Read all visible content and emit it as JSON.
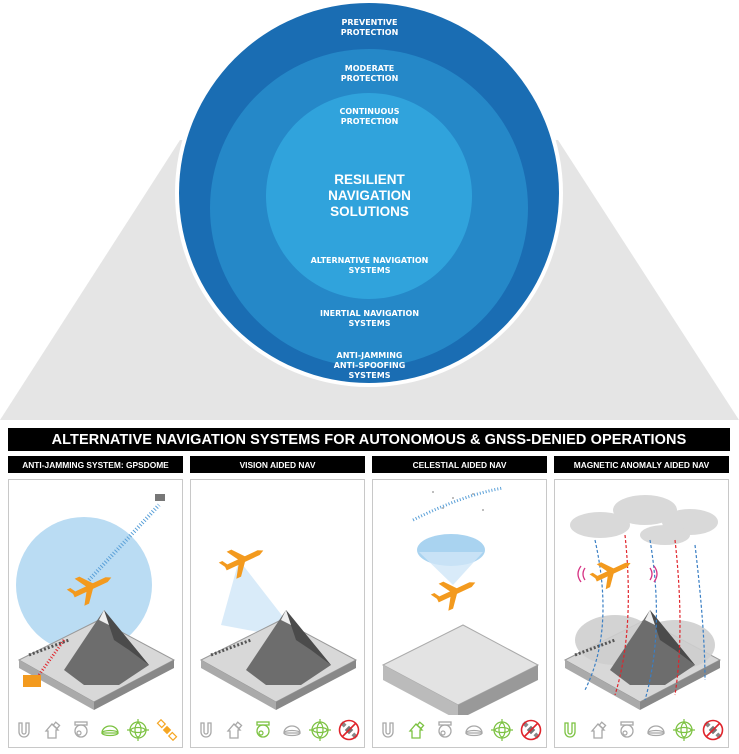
{
  "rings": {
    "outer": {
      "label": "PREVENTIVE\nPROTECTION",
      "system": "ANTI-JAMMING\nANTI-SPOOFING\nSYSTEMS",
      "color": "#1a6db3"
    },
    "middle": {
      "label": "MODERATE\nPROTECTION",
      "system": "INERTIAL NAVIGATION\nSYSTEMS",
      "color": "#2588c8"
    },
    "inner": {
      "label": "CONTINUOUS\nPROTECTION",
      "system": "ALTERNATIVE NAVIGATION\nSYSTEMS",
      "color": "#30a3dc"
    },
    "center": "RESILIENT\nNAVIGATION\nSOLUTIONS"
  },
  "title": "ALTERNATIVE NAVIGATION SYSTEMS FOR AUTONOMOUS & GNSS-DENIED OPERATIONS",
  "panels": [
    {
      "title": "ANTI-JAMMING SYSTEM: GPSDOME",
      "icons": [
        "magnet-icon",
        "telescope-icon",
        "camera-icon",
        "antenna-dome-icon",
        "gyroscope-icon",
        "satellite-icon"
      ],
      "active": [
        false,
        false,
        false,
        true,
        true,
        true
      ]
    },
    {
      "title": "VISION AIDED NAV",
      "icons": [
        "magnet-icon",
        "telescope-icon",
        "camera-icon",
        "antenna-dome-icon",
        "gyroscope-icon",
        "no-satellite-icon"
      ],
      "active": [
        false,
        false,
        true,
        false,
        true,
        false
      ]
    },
    {
      "title": "CELESTIAL AIDED NAV",
      "icons": [
        "magnet-icon",
        "telescope-icon",
        "camera-icon",
        "antenna-dome-icon",
        "gyroscope-icon",
        "no-satellite-icon"
      ],
      "active": [
        false,
        true,
        false,
        false,
        true,
        false
      ]
    },
    {
      "title": "MAGNETIC ANOMALY AIDED NAV",
      "icons": [
        "magnet-icon",
        "telescope-icon",
        "camera-icon",
        "antenna-dome-icon",
        "gyroscope-icon",
        "no-satellite-icon"
      ],
      "active": [
        true,
        false,
        false,
        false,
        true,
        false
      ]
    }
  ],
  "colors": {
    "active": "#7cc242",
    "inactive": "#a8a8a8",
    "satellite": "#f5a623",
    "denied": "#e0242b",
    "plane": "#f39a1e"
  }
}
